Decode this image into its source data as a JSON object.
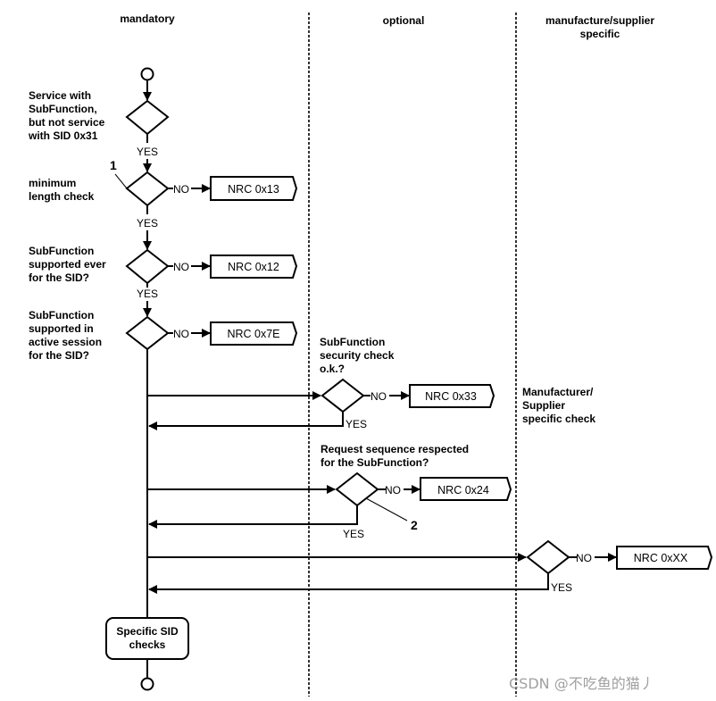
{
  "lanes": {
    "mandatory": "mandatory",
    "optional": "optional",
    "manufacturer_line1": "manufacture/supplier",
    "manufacturer_line2": "specific"
  },
  "checks": {
    "service": [
      "Service with",
      "SubFunction,",
      "but not service",
      "with SID 0x31"
    ],
    "min_length": [
      "minimum",
      "length  check"
    ],
    "supported_ever": [
      "SubFunction",
      "supported ever",
      "for the SID?"
    ],
    "supported_session": [
      "SubFunction",
      "supported in",
      "active session",
      "for the SID?"
    ],
    "security": [
      "SubFunction",
      "security check",
      "o.k.?"
    ],
    "sequence": [
      "Request sequence respected",
      "for the SubFunction?"
    ],
    "manufacturer": [
      "Manufacturer/",
      "Supplier",
      "specific check"
    ]
  },
  "labels": {
    "yes": "YES",
    "no": "NO"
  },
  "nrc": {
    "min_length": "NRC 0x13",
    "supported_ever": "NRC 0x12",
    "supported_session": "NRC 0x7E",
    "security": "NRC 0x33",
    "sequence": "NRC 0x24",
    "manufacturer": "NRC 0xXX"
  },
  "annotations": {
    "one": "1",
    "two": "2"
  },
  "final_box": [
    "Specific SID",
    "checks"
  ],
  "watermark": "CSDN @不吃鱼的猫丿"
}
